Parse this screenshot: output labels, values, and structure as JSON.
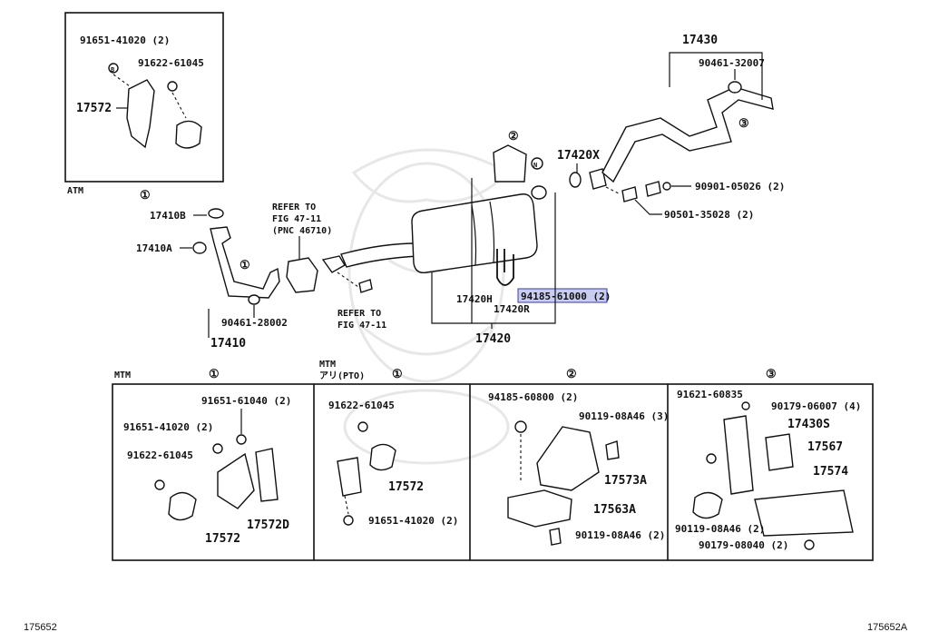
{
  "inset_atm": {
    "tag": "ATM",
    "callout": "①",
    "parts": {
      "p1": "91651-41020 (2)",
      "p2": "91622-61045",
      "p3": "17572"
    }
  },
  "main": {
    "callout_1": "①",
    "callout_2": "②",
    "callout_3": "③",
    "parts": {
      "p17410B": "17410B",
      "p17410A": "17410A",
      "p90461_28002": "90461-28002",
      "p17410": "17410",
      "refer1_a": "REFER TO",
      "refer1_b": "FIG 47-11",
      "refer1_c": "(PNC 46710)",
      "refer2_a": "REFER TO",
      "refer2_b": "FIG 47-11",
      "p17420H": "17420H",
      "p94185": "94185-61000 (2)",
      "p17420R": "17420R",
      "p17420": "17420",
      "p17420X": "17420X",
      "p17430": "17430",
      "p90461_32007": "90461-32007",
      "p90901": "90901-05026 (2)",
      "p90501": "90501-35028 (2)"
    }
  },
  "bottom": {
    "mtm1_tag": "MTM",
    "mtm1_callout": "①",
    "mtm1_parts": {
      "a": "91651-61040 (2)",
      "b": "91651-41020 (2)",
      "c": "91622-61045",
      "d": "17572",
      "e": "17572D"
    },
    "mtm2_tag": "MTM",
    "mtm2_sub": "アリ(PTO)",
    "mtm2_callout": "①",
    "mtm2_parts": {
      "a": "91622-61045",
      "b": "17572",
      "c": "91651-41020 (2)"
    },
    "sec2_callout": "②",
    "sec2_parts": {
      "a": "94185-60800 (2)",
      "b": "90119-08A46 (3)",
      "c": "17573A",
      "d": "17563A",
      "e": "90119-08A46 (2)"
    },
    "sec3_callout": "③",
    "sec3_parts": {
      "a": "91621-60835",
      "b": "90179-06007 (4)",
      "c": "17430S",
      "d": "17567",
      "e": "17574",
      "f": "90119-08A46 (2)",
      "g": "90179-08040 (2)"
    }
  },
  "footer": {
    "left_id": "175652",
    "right_id": "175652A"
  },
  "colors": {
    "highlight": "#c9cdf0",
    "highlight_border": "#3a3fa0",
    "line": "#111111"
  }
}
